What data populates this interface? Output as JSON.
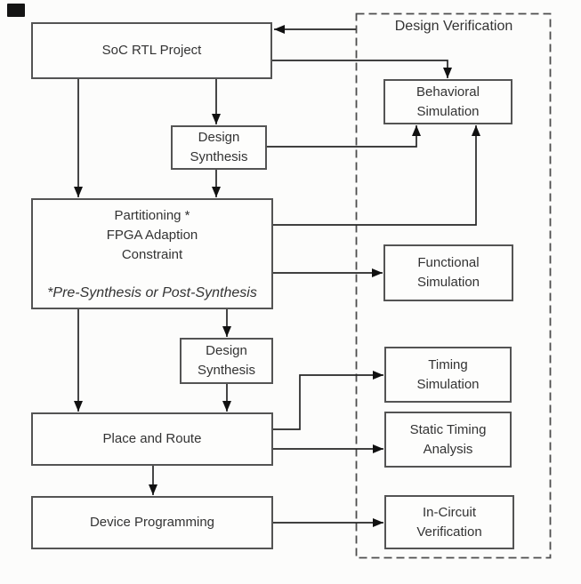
{
  "diagram": {
    "region": {
      "title": "Design Verification"
    },
    "nodes": {
      "soc_rtl_project": {
        "label": "SoC RTL Project"
      },
      "design_synthesis_top": {
        "label": "Design\nSynthesis"
      },
      "partitioning": {
        "label": "Partitioning *\nFPGA Adaption\nConstraint",
        "footnote": "*Pre-Synthesis or Post-Synthesis"
      },
      "design_synthesis_bottom": {
        "label": "Design\nSynthesis"
      },
      "place_and_route": {
        "label": "Place and Route"
      },
      "device_programming": {
        "label": "Device Programming"
      },
      "behavioral_simulation": {
        "label": "Behavioral\nSimulation"
      },
      "functional_simulation": {
        "label": "Functional\nSimulation"
      },
      "timing_simulation": {
        "label": "Timing\nSimulation"
      },
      "static_timing_analysis": {
        "label": "Static Timing\nAnalysis"
      },
      "in_circuit_verification": {
        "label": "In-Circuit\nVerification"
      }
    },
    "edges": [
      {
        "from": "design-verification-region",
        "to": "soc-rtl-project"
      },
      {
        "from": "soc-rtl-project",
        "to": "behavioral-simulation"
      },
      {
        "from": "soc-rtl-project",
        "to": "partitioning"
      },
      {
        "from": "soc-rtl-project",
        "to": "design-synthesis-top"
      },
      {
        "from": "design-synthesis-top",
        "to": "partitioning"
      },
      {
        "from": "design-synthesis-top",
        "to": "behavioral-simulation"
      },
      {
        "from": "partitioning",
        "to": "behavioral-simulation"
      },
      {
        "from": "partitioning",
        "to": "functional-simulation"
      },
      {
        "from": "partitioning",
        "to": "place-and-route"
      },
      {
        "from": "partitioning",
        "to": "design-synthesis-bottom"
      },
      {
        "from": "design-synthesis-bottom",
        "to": "place-and-route"
      },
      {
        "from": "place-and-route",
        "to": "timing-simulation"
      },
      {
        "from": "place-and-route",
        "to": "static-timing-analysis"
      },
      {
        "from": "place-and-route",
        "to": "device-programming"
      },
      {
        "from": "device-programming",
        "to": "in-circuit-verification"
      }
    ],
    "colors": {
      "background": "#fcfcfb",
      "box_border": "#545454",
      "line": "#262626",
      "text": "#333333",
      "dashed_border": "#4d4d4d"
    }
  }
}
